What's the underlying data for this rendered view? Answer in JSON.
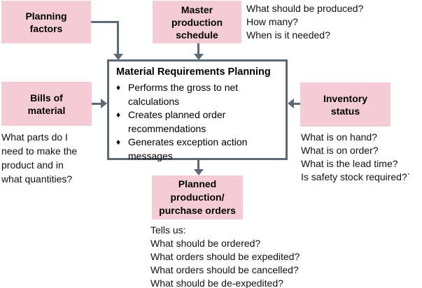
{
  "colors": {
    "box_fill": "#F3CCD5",
    "line_color": "#5D6A76",
    "text_color": "#000000",
    "background": "#FFFFFF"
  },
  "boxes": {
    "planning_factors": "Planning\nfactors",
    "master_production_schedule": "Master\nproduction\nschedule",
    "bills_of_material": "Bills of\nmaterial",
    "inventory_status": "Inventory\nstatus",
    "planned_orders": "Planned\nproduction/\npurchase orders"
  },
  "mrp": {
    "title": "Material Requirements Planning",
    "bullet_glyph": "♦",
    "bullets": [
      "Performs the gross to net\ncalculations",
      "Creates planned order\nrecommendations",
      "Generates exception action\nmessages"
    ]
  },
  "annotations": {
    "master_schedule_questions": "What should be produced?\nHow many?\nWhen is it needed?",
    "bills_questions": "What parts do I\nneed to make the\nproduct and in\nwhat quantities?",
    "inventory_questions": "What is on hand?\nWhat is on order?\nWhat is the lead time?\nIs safety stock required?`",
    "output_questions": "Tells us:\nWhat should be ordered?\nWhat orders should be expedited?\nWhat orders should be cancelled?\nWhat should be de-expedited?"
  }
}
